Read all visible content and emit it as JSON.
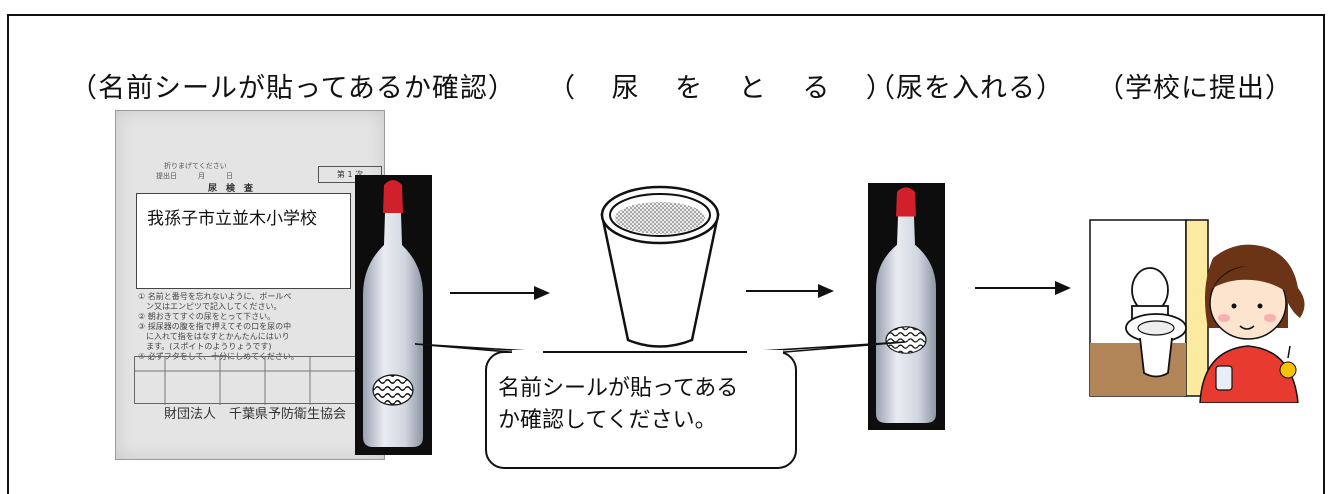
{
  "steps": {
    "step1_title": "（名前シールが貼ってあるか確認）",
    "step2_title": "（ 尿 を と る ）",
    "step3_title": "（尿を入れる）",
    "step4_title": "（学校に提出）"
  },
  "form": {
    "school_name": "我孫子市立並木小学校",
    "header_note": "折りまげてください",
    "date_label": "提出日　　　月　　　日",
    "exam_title": "尿　検　査",
    "round_label": "第 1 次",
    "instructions": [
      "① 名前と番号を忘れないように、ボールペ",
      "　ン又はエンピツで記入してください。",
      "② 朝おきてすぐの尿をとって下さい。",
      "③ 採尿器の腹を指で押えてその口を尿の中",
      "　に入れて指をはなすとかんたんにはいり",
      "　ます。(スポイトのようりょうです)",
      "④ 必ずフタをして、十分にしめてください。"
    ],
    "issuer": "財団法人　千葉県予防衛生協会"
  },
  "callout": {
    "line1": "名前シールが貼ってある",
    "line2": "か確認してください。"
  },
  "colors": {
    "cap_red": "#d0202c",
    "bottle_body": "#d9dde6",
    "wall_yellow": "#fbeaa0",
    "floor_brown": "#b28558",
    "girl_shirt": "#e63b2e"
  }
}
